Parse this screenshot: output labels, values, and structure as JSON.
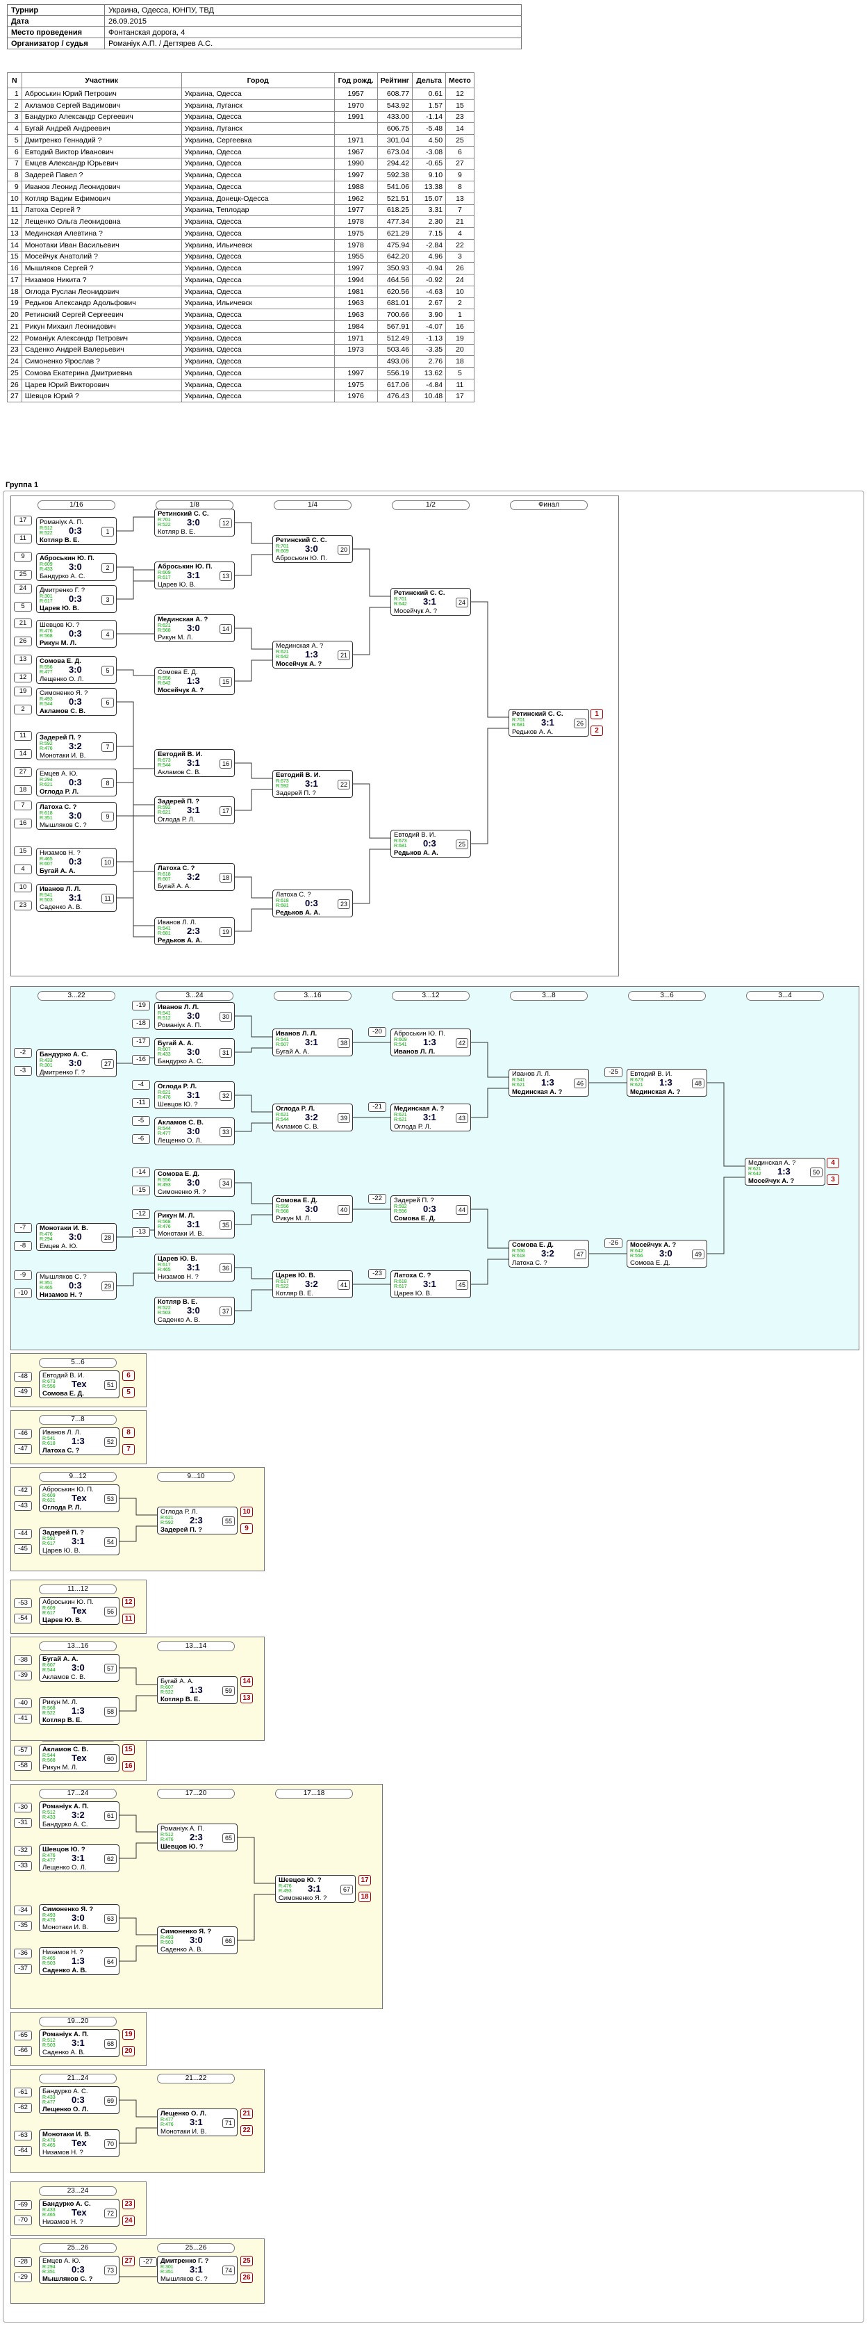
{
  "info": [
    {
      "k": "Турнир",
      "v": "Украина, Одесса, ЮНПУ, ТВД"
    },
    {
      "k": "Дата",
      "v": "26.09.2015"
    },
    {
      "k": "Место проведения",
      "v": "Фонтанская дорога, 4"
    },
    {
      "k": "Организатор / судья",
      "v": "Романiук А.П. / Дегтярев А.С."
    }
  ],
  "table_headers": [
    "N",
    "Участник",
    "Город",
    "Год рожд.",
    "Рейтинг",
    "Дельта",
    "Место"
  ],
  "players": [
    [
      "1",
      "Аброськин Юрий Петрович",
      "Украина, Одесса",
      "1957",
      "608.77",
      "0.61",
      "12"
    ],
    [
      "2",
      "Акламов Сергей Вадимович",
      "Украина, Луганск",
      "1970",
      "543.92",
      "1.57",
      "15"
    ],
    [
      "3",
      "Бандурко Александр Сергеевич",
      "Украина, Одесса",
      "1991",
      "433.00",
      "-1.14",
      "23"
    ],
    [
      "4",
      "Бугай Андрей Андреевич",
      "Украина, Луганск",
      "",
      "606.75",
      "-5.48",
      "14"
    ],
    [
      "5",
      "Дмитренко Геннадий ?",
      "Украина, Сергеевка",
      "1971",
      "301.04",
      "4.50",
      "25"
    ],
    [
      "6",
      "Евтодий Виктор Иванович",
      "Украина, Одесса",
      "1967",
      "673.04",
      "-3.08",
      "6"
    ],
    [
      "7",
      "Емцев Александр Юрьевич",
      "Украина, Одесса",
      "1990",
      "294.42",
      "-0.65",
      "27"
    ],
    [
      "8",
      "Задерей Павел ?",
      "Украина, Одесса",
      "1997",
      "592.38",
      "9.10",
      "9"
    ],
    [
      "9",
      "Иванов Леонид Леонидович",
      "Украина, Одесса",
      "1988",
      "541.06",
      "13.38",
      "8"
    ],
    [
      "10",
      "Котляр Вадим Ефимович",
      "Украина, Донецк-Одесса",
      "1962",
      "521.51",
      "15.07",
      "13"
    ],
    [
      "11",
      "Латоха Сергей ?",
      "Украина, Теплодар",
      "1977",
      "618.25",
      "3.31",
      "7"
    ],
    [
      "12",
      "Лещенко Ольга Леонидовна",
      "Украина, Одесса",
      "1978",
      "477.34",
      "2.30",
      "21"
    ],
    [
      "13",
      "Мединская Алевтина ?",
      "Украина, Одесса",
      "1975",
      "621.29",
      "7.15",
      "4"
    ],
    [
      "14",
      "Монотаки Иван Васильевич",
      "Украина, Ильичевск",
      "1978",
      "475.94",
      "-2.84",
      "22"
    ],
    [
      "15",
      "Мосейчук Анатолий ?",
      "Украина, Одесса",
      "1955",
      "642.20",
      "4.96",
      "3"
    ],
    [
      "16",
      "Мышляков Сергей ?",
      "Украина, Одесса",
      "1997",
      "350.93",
      "-0.94",
      "26"
    ],
    [
      "17",
      "Низамов Никита ?",
      "Украина, Одесса",
      "1994",
      "464.56",
      "-0.92",
      "24"
    ],
    [
      "18",
      "Оглода Руслан Леонидович",
      "Украина, Одесса",
      "1981",
      "620.56",
      "-4.63",
      "10"
    ],
    [
      "19",
      "Редьков Александр Адольфович",
      "Украина, Ильичевск",
      "1963",
      "681.01",
      "2.67",
      "2"
    ],
    [
      "20",
      "Ретинский Сергей Сергеевич",
      "Украина, Одесса",
      "1963",
      "700.66",
      "3.90",
      "1"
    ],
    [
      "21",
      "Рикун Михаил Леонидович",
      "Украина, Одесса",
      "1984",
      "567.91",
      "-4.07",
      "16"
    ],
    [
      "22",
      "Романiук Александр Петрович",
      "Украина, Одесса",
      "1971",
      "512.49",
      "-1.13",
      "19"
    ],
    [
      "23",
      "Саденко Андрей Валерьевич",
      "Украина, Одесса",
      "1973",
      "503.46",
      "-3.35",
      "20"
    ],
    [
      "24",
      "Симоненко Ярослав ?",
      "Украина, Одесса",
      "",
      "493.06",
      "2.76",
      "18"
    ],
    [
      "25",
      "Сомова Екатерина Дмитриевна",
      "Украина, Одесса",
      "1997",
      "556.19",
      "13.62",
      "5"
    ],
    [
      "26",
      "Царев Юрий Викторович",
      "Украина, Одесса",
      "1975",
      "617.06",
      "-4.84",
      "11"
    ],
    [
      "27",
      "Шевцов Юрий ?",
      "Украина, Одесса",
      "1976",
      "476.43",
      "10.48",
      "17"
    ]
  ],
  "group_title": "Группа 1",
  "rounds_main": [
    "1/16",
    "1/8",
    "1/4",
    "1/2",
    "Финал"
  ],
  "rounds_cons": [
    "3...22",
    "3...24",
    "3...16",
    "3...12",
    "3...8",
    "3...6",
    "3...4"
  ],
  "main_matches": [
    {
      "p1": "Романiук А. П.",
      "r1": "R:512",
      "p2": "Котляр В. Е.",
      "r2": "R:522",
      "s": "0:3",
      "g": "1",
      "w": 2
    },
    {
      "p1": "Аброськин Ю. П.",
      "r1": "R:609",
      "p2": "Бандурко А. С.",
      "r2": "R:433",
      "s": "3:0",
      "g": "2",
      "w": 1
    },
    {
      "p1": "Дмитренко Г. ?",
      "r1": "R:301",
      "p2": "Царев Ю. В.",
      "r2": "R:617",
      "s": "0:3",
      "g": "3",
      "w": 2
    },
    {
      "p1": "Шевцов Ю. ?",
      "r1": "R:476",
      "p2": "Рикун М. Л.",
      "r2": "R:568",
      "s": "0:3",
      "g": "4",
      "w": 2
    },
    {
      "p1": "Сомова Е. Д.",
      "r1": "R:556",
      "p2": "Лещенко О. Л.",
      "r2": "R:477",
      "s": "3:0",
      "g": "5",
      "w": 1
    },
    {
      "p1": "Симоненко Я. ?",
      "r1": "R:493",
      "p2": "Акламов С. В.",
      "r2": "R:544",
      "s": "0:3",
      "g": "6",
      "w": 2
    },
    {
      "p1": "Задерей П. ?",
      "r1": "R:592",
      "p2": "Монотаки И. В.",
      "r2": "R:476",
      "s": "3:2",
      "g": "7",
      "w": 1
    },
    {
      "p1": "Емцев А. Ю.",
      "r1": "R:294",
      "p2": "Оглода Р. Л.",
      "r2": "R:621",
      "s": "0:3",
      "g": "8",
      "w": 2
    },
    {
      "p1": "Латоха С. ?",
      "r1": "R:618",
      "p2": "Мышляков С. ?",
      "r2": "R:351",
      "s": "3:0",
      "g": "9",
      "w": 1
    },
    {
      "p1": "Низамов Н. ?",
      "r1": "R:465",
      "p2": "Бугай А. А.",
      "r2": "R:607",
      "s": "0:3",
      "g": "10",
      "w": 2
    },
    {
      "p1": "Иванов Л. Л.",
      "r1": "R:541",
      "p2": "Саденко А. В.",
      "r2": "R:503",
      "s": "3:1",
      "g": "11",
      "w": 1
    },
    {
      "p1": "Ретинский С. С.",
      "r1": "R:701",
      "p2": "Котляр В. Е.",
      "r2": "R:522",
      "s": "3:0",
      "g": "12",
      "w": 1
    },
    {
      "p1": "Аброськин Ю. П.",
      "r1": "R:609",
      "p2": "Царев Ю. В.",
      "r2": "R:617",
      "s": "3:1",
      "g": "13",
      "w": 1
    },
    {
      "p1": "Мединская А. ?",
      "r1": "R:621",
      "p2": "Рикун М. Л.",
      "r2": "R:568",
      "s": "3:0",
      "g": "14",
      "w": 1
    },
    {
      "p1": "Сомова Е. Д.",
      "r1": "R:556",
      "p2": "Мосейчук А. ?",
      "r2": "R:642",
      "s": "1:3",
      "g": "15",
      "w": 2
    },
    {
      "p1": "Евтодий В. И.",
      "r1": "R:673",
      "p2": "Акламов С. В.",
      "r2": "R:544",
      "s": "3:1",
      "g": "16",
      "w": 1
    },
    {
      "p1": "Задерей П. ?",
      "r1": "R:592",
      "p2": "Оглода Р. Л.",
      "r2": "R:621",
      "s": "3:1",
      "g": "17",
      "w": 1
    },
    {
      "p1": "Латоха С. ?",
      "r1": "R:618",
      "p2": "Бугай А. А.",
      "r2": "R:607",
      "s": "3:2",
      "g": "18",
      "w": 1
    },
    {
      "p1": "Иванов Л. Л.",
      "r1": "R:541",
      "p2": "Редьков А. А.",
      "r2": "R:681",
      "s": "2:3",
      "g": "19",
      "w": 2
    },
    {
      "p1": "Ретинский С. С.",
      "r1": "R:701",
      "p2": "Аброськин Ю. П.",
      "r2": "R:609",
      "s": "3:0",
      "g": "20",
      "w": 1
    },
    {
      "p1": "Мединская А. ?",
      "r1": "R:621",
      "p2": "Мосейчук А. ?",
      "r2": "R:642",
      "s": "1:3",
      "g": "21",
      "w": 2
    },
    {
      "p1": "Евтодий В. И.",
      "r1": "R:673",
      "p2": "Задерей П. ?",
      "r2": "R:592",
      "s": "3:1",
      "g": "22",
      "w": 1
    },
    {
      "p1": "Латоха С. ?",
      "r1": "R:618",
      "p2": "Редьков А. А.",
      "r2": "R:681",
      "s": "0:3",
      "g": "23",
      "w": 2
    },
    {
      "p1": "Ретинский С. С.",
      "r1": "R:701",
      "p2": "Мосейчук А. ?",
      "r2": "R:642",
      "s": "3:1",
      "g": "24",
      "w": 1
    },
    {
      "p1": "Евтодий В. И.",
      "r1": "R:673",
      "p2": "Редьков А. А.",
      "r2": "R:681",
      "s": "0:3",
      "g": "25",
      "w": 2
    },
    {
      "p1": "Ретинский С. С.",
      "r1": "R:701",
      "p2": "Редьков А. А.",
      "r2": "R:681",
      "s": "3:1",
      "g": "26",
      "w": 1
    }
  ],
  "main_seeds": [
    "17",
    "11",
    "9",
    "25",
    "24",
    "5",
    "21",
    "26",
    "13",
    "12",
    "19",
    "2",
    "11",
    "14",
    "27",
    "18",
    "7",
    "16",
    "15",
    "4",
    "10",
    "23"
  ],
  "final_places": [
    "1",
    "2"
  ],
  "cons_matches": [
    {
      "p1": "Бандурко А. С.",
      "r1": "R:433",
      "p2": "Дмитренко Г. ?",
      "r2": "R:301",
      "s": "3:0",
      "g": "27",
      "w": 1
    },
    {
      "p1": "Монотаки И. В.",
      "r1": "R:476",
      "p2": "Емцев А. Ю.",
      "r2": "R:294",
      "s": "3:0",
      "g": "28",
      "w": 1
    },
    {
      "p1": "Мышляков С. ?",
      "r1": "R:351",
      "p2": "Низамов Н. ?",
      "r2": "R:465",
      "s": "0:3",
      "g": "29",
      "w": 2
    },
    {
      "p1": "Иванов Л. Л.",
      "r1": "R:541",
      "p2": "Романiук А. П.",
      "r2": "R:512",
      "s": "3:0",
      "g": "30",
      "w": 1
    },
    {
      "p1": "Бугай А. А.",
      "r1": "R:607",
      "p2": "Бандурко А. С.",
      "r2": "R:433",
      "s": "3:0",
      "g": "31",
      "w": 1
    },
    {
      "p1": "Оглода Р. Л.",
      "r1": "R:621",
      "p2": "Шевцов Ю. ?",
      "r2": "R:476",
      "s": "3:1",
      "g": "32",
      "w": 1
    },
    {
      "p1": "Акламов С. В.",
      "r1": "R:544",
      "p2": "Лещенко О. Л.",
      "r2": "R:477",
      "s": "3:0",
      "g": "33",
      "w": 1
    },
    {
      "p1": "Сомова Е. Д.",
      "r1": "R:556",
      "p2": "Симоненко Я. ?",
      "r2": "R:493",
      "s": "3:0",
      "g": "34",
      "w": 1
    },
    {
      "p1": "Рикун М. Л.",
      "r1": "R:568",
      "p2": "Монотаки И. В.",
      "r2": "R:476",
      "s": "3:1",
      "g": "35",
      "w": 1
    },
    {
      "p1": "Царев Ю. В.",
      "r1": "R:617",
      "p2": "Низамов Н. ?",
      "r2": "R:465",
      "s": "3:1",
      "g": "36",
      "w": 1
    },
    {
      "p1": "Котляр В. Е.",
      "r1": "R:522",
      "p2": "Саденко А. В.",
      "r2": "R:503",
      "s": "3:0",
      "g": "37",
      "w": 1
    },
    {
      "p1": "Иванов Л. Л.",
      "r1": "R:541",
      "p2": "Бугай А. А.",
      "r2": "R:607",
      "s": "3:1",
      "g": "38",
      "w": 1
    },
    {
      "p1": "Оглода Р. Л.",
      "r1": "R:621",
      "p2": "Акламов С. В.",
      "r2": "R:544",
      "s": "3:2",
      "g": "39",
      "w": 1
    },
    {
      "p1": "Сомова Е. Д.",
      "r1": "R:556",
      "p2": "Рикун М. Л.",
      "r2": "R:568",
      "s": "3:0",
      "g": "40",
      "w": 1
    },
    {
      "p1": "Царев Ю. В.",
      "r1": "R:617",
      "p2": "Котляр В. Е.",
      "r2": "R:522",
      "s": "3:2",
      "g": "41",
      "w": 1
    },
    {
      "p1": "Аброськин Ю. П.",
      "r1": "R:609",
      "p2": "Иванов Л. Л.",
      "r2": "R:541",
      "s": "1:3",
      "g": "42",
      "w": 2
    },
    {
      "p1": "Мединская А. ?",
      "r1": "R:621",
      "p2": "Оглода Р. Л.",
      "r2": "R:621",
      "s": "3:1",
      "g": "43",
      "w": 1
    },
    {
      "p1": "Задерей П. ?",
      "r1": "R:592",
      "p2": "Сомова Е. Д.",
      "r2": "R:556",
      "s": "0:3",
      "g": "44",
      "w": 2
    },
    {
      "p1": "Латоха С. ?",
      "r1": "R:618",
      "p2": "Царев Ю. В.",
      "r2": "R:617",
      "s": "3:1",
      "g": "45",
      "w": 1
    },
    {
      "p1": "Иванов Л. Л.",
      "r1": "R:541",
      "p2": "Мединская А. ?",
      "r2": "R:621",
      "s": "1:3",
      "g": "46",
      "w": 2
    },
    {
      "p1": "Сомова Е. Д.",
      "r1": "R:556",
      "p2": "Латоха С. ?",
      "r2": "R:618",
      "s": "3:2",
      "g": "47",
      "w": 1
    },
    {
      "p1": "Евтодий В. И.",
      "r1": "R:673",
      "p2": "Мединская А. ?",
      "r2": "R:621",
      "s": "1:3",
      "g": "48",
      "w": 2
    },
    {
      "p1": "Мосейчук А. ?",
      "r1": "R:642",
      "p2": "Сомова Е. Д.",
      "r2": "R:556",
      "s": "3:0",
      "g": "49",
      "w": 1
    },
    {
      "p1": "Мединская А. ?",
      "r1": "R:621",
      "p2": "Мосейчук А. ?",
      "r2": "R:642",
      "s": "1:3",
      "g": "50",
      "w": 2
    }
  ],
  "cons_places": [
    "4",
    "3"
  ],
  "small": [
    {
      "label": "5...6",
      "m": {
        "p1": "Евтодий В. И.",
        "r1": "R:673",
        "p2": "Сомова Е. Д.",
        "r2": "R:556",
        "s": "Тех",
        "g": "51",
        "w": 2
      },
      "seeds": [
        "-48",
        "-49"
      ],
      "places": [
        "6",
        "5"
      ]
    },
    {
      "label": "7...8",
      "m": {
        "p1": "Иванов Л. Л.",
        "r1": "R:541",
        "p2": "Латоха С. ?",
        "r2": "R:618",
        "s": "1:3",
        "g": "52",
        "w": 2
      },
      "seeds": [
        "-46",
        "-47"
      ],
      "places": [
        "8",
        "7"
      ]
    },
    {
      "label": "11...12",
      "m": {
        "p1": "Аброськин Ю. П.",
        "r1": "R:609",
        "p2": "Царев Ю. В.",
        "r2": "R:617",
        "s": "Тех",
        "g": "56",
        "w": 2
      },
      "seeds": [
        "-53",
        "-54"
      ],
      "places": [
        "12",
        "11"
      ]
    },
    {
      "label": "15...16",
      "m": {
        "p1": "Акламов С. В.",
        "r1": "R:544",
        "p2": "Рикун М. Л.",
        "r2": "R:568",
        "s": "Тех",
        "g": "60",
        "w": 1
      },
      "seeds": [
        "-57",
        "-58"
      ],
      "places": [
        "15",
        "16"
      ]
    },
    {
      "label": "19...20",
      "m": {
        "p1": "Романiук А. П.",
        "r1": "R:512",
        "p2": "Саденко А. В.",
        "r2": "R:503",
        "s": "3:1",
        "g": "68",
        "w": 1
      },
      "seeds": [
        "-65",
        "-66"
      ],
      "places": [
        "19",
        "20"
      ]
    },
    {
      "label": "23...24",
      "m": {
        "p1": "Бандурко А. С.",
        "r1": "R:433",
        "p2": "Низамов Н. ?",
        "r2": "R:465",
        "s": "Тех",
        "g": "72",
        "w": 1
      },
      "seeds": [
        "-69",
        "-70"
      ],
      "places": [
        "23",
        "24"
      ]
    }
  ],
  "b910": {
    "label1": "9...12",
    "label2": "9...10",
    "m1": {
      "p1": "Аброськин Ю. П.",
      "r1": "R:609",
      "p2": "Оглода Р. Л.",
      "r2": "R:621",
      "s": "Тех",
      "g": "53",
      "w": 2
    },
    "m2": {
      "p1": "Задерей П. ?",
      "r1": "R:592",
      "p2": "Царев Ю. В.",
      "r2": "R:617",
      "s": "3:1",
      "g": "54",
      "w": 1
    },
    "m3": {
      "p1": "Оглода Р. Л.",
      "r1": "R:621",
      "p2": "Задерей П. ?",
      "r2": "R:592",
      "s": "2:3",
      "g": "55",
      "w": 2
    },
    "seeds": [
      "-42",
      "-43",
      "-44",
      "-45"
    ],
    "places": [
      "10",
      "9"
    ]
  },
  "b1314": {
    "label1": "13...16",
    "label2": "13...14",
    "m1": {
      "p1": "Бугай А. А.",
      "r1": "R:607",
      "p2": "Акламов С. В.",
      "r2": "R:544",
      "s": "3:0",
      "g": "57",
      "w": 1
    },
    "m2": {
      "p1": "Рикун М. Л.",
      "r1": "R:568",
      "p2": "Котляр В. Е.",
      "r2": "R:522",
      "s": "1:3",
      "g": "58",
      "w": 2
    },
    "m3": {
      "p1": "Бугай А. А.",
      "r1": "R:607",
      "p2": "Котляр В. Е.",
      "r2": "R:522",
      "s": "1:3",
      "g": "59",
      "w": 2
    },
    "seeds": [
      "-38",
      "-39",
      "-40",
      "-41"
    ],
    "places": [
      "14",
      "13"
    ]
  },
  "b1718": {
    "label1": "17...24",
    "label2": "17...20",
    "label3": "17...18",
    "m": [
      {
        "p1": "Романiук А. П.",
        "r1": "R:512",
        "p2": "Бандурко А. С.",
        "r2": "R:433",
        "s": "3:2",
        "g": "61",
        "w": 1
      },
      {
        "p1": "Шевцов Ю. ?",
        "r1": "R:476",
        "p2": "Лещенко О. Л.",
        "r2": "R:477",
        "s": "3:1",
        "g": "62",
        "w": 1
      },
      {
        "p1": "Симоненко Я. ?",
        "r1": "R:493",
        "p2": "Монотаки И. В.",
        "r2": "R:476",
        "s": "3:0",
        "g": "63",
        "w": 1
      },
      {
        "p1": "Низамов Н. ?",
        "r1": "R:465",
        "p2": "Саденко А. В.",
        "r2": "R:503",
        "s": "1:3",
        "g": "64",
        "w": 2
      },
      {
        "p1": "Романiук А. П.",
        "r1": "R:512",
        "p2": "Шевцов Ю. ?",
        "r2": "R:476",
        "s": "2:3",
        "g": "65",
        "w": 2
      },
      {
        "p1": "Симоненко Я. ?",
        "r1": "R:493",
        "p2": "Саденко А. В.",
        "r2": "R:503",
        "s": "3:0",
        "g": "66",
        "w": 1
      },
      {
        "p1": "Шевцов Ю. ?",
        "r1": "R:476",
        "p2": "Симоненко Я. ?",
        "r2": "R:493",
        "s": "3:1",
        "g": "67",
        "w": 1
      }
    ],
    "seeds": [
      "-30",
      "-31",
      "-32",
      "-33",
      "-34",
      "-35",
      "-36",
      "-37"
    ],
    "places": [
      "17",
      "18"
    ]
  },
  "b2122": {
    "label1": "21...24",
    "label2": "21...22",
    "m1": {
      "p1": "Бандурко А. С.",
      "r1": "R:433",
      "p2": "Лещенко О. Л.",
      "r2": "R:477",
      "s": "0:3",
      "g": "69",
      "w": 2
    },
    "m2": {
      "p1": "Монотаки И. В.",
      "r1": "R:476",
      "p2": "Низамов Н. ?",
      "r2": "R:465",
      "s": "Тех",
      "g": "70",
      "w": 1
    },
    "m3": {
      "p1": "Лещенко О. Л.",
      "r1": "R:477",
      "p2": "Монотаки И. В.",
      "r2": "R:476",
      "s": "3:1",
      "g": "71",
      "w": 1
    },
    "seeds": [
      "-61",
      "-62",
      "-63",
      "-64"
    ],
    "places": [
      "21",
      "22"
    ]
  },
  "b2526": {
    "label1": "25...26",
    "label2": "25...26",
    "m1": {
      "p1": "Емцев А. Ю.",
      "r1": "R:294",
      "p2": "Мышляков С. ?",
      "r2": "R:351",
      "s": "0:3",
      "g": "73",
      "w": 2
    },
    "m2": {
      "p1": "Дмитренко Г. ?",
      "r1": "R:301",
      "p2": "Мышляков С. ?",
      "r2": "R:351",
      "s": "3:1",
      "g": "74",
      "w": 1
    },
    "seeds": [
      "-28",
      "-29",
      "-27"
    ],
    "places": [
      "27",
      "25",
      "26"
    ]
  }
}
